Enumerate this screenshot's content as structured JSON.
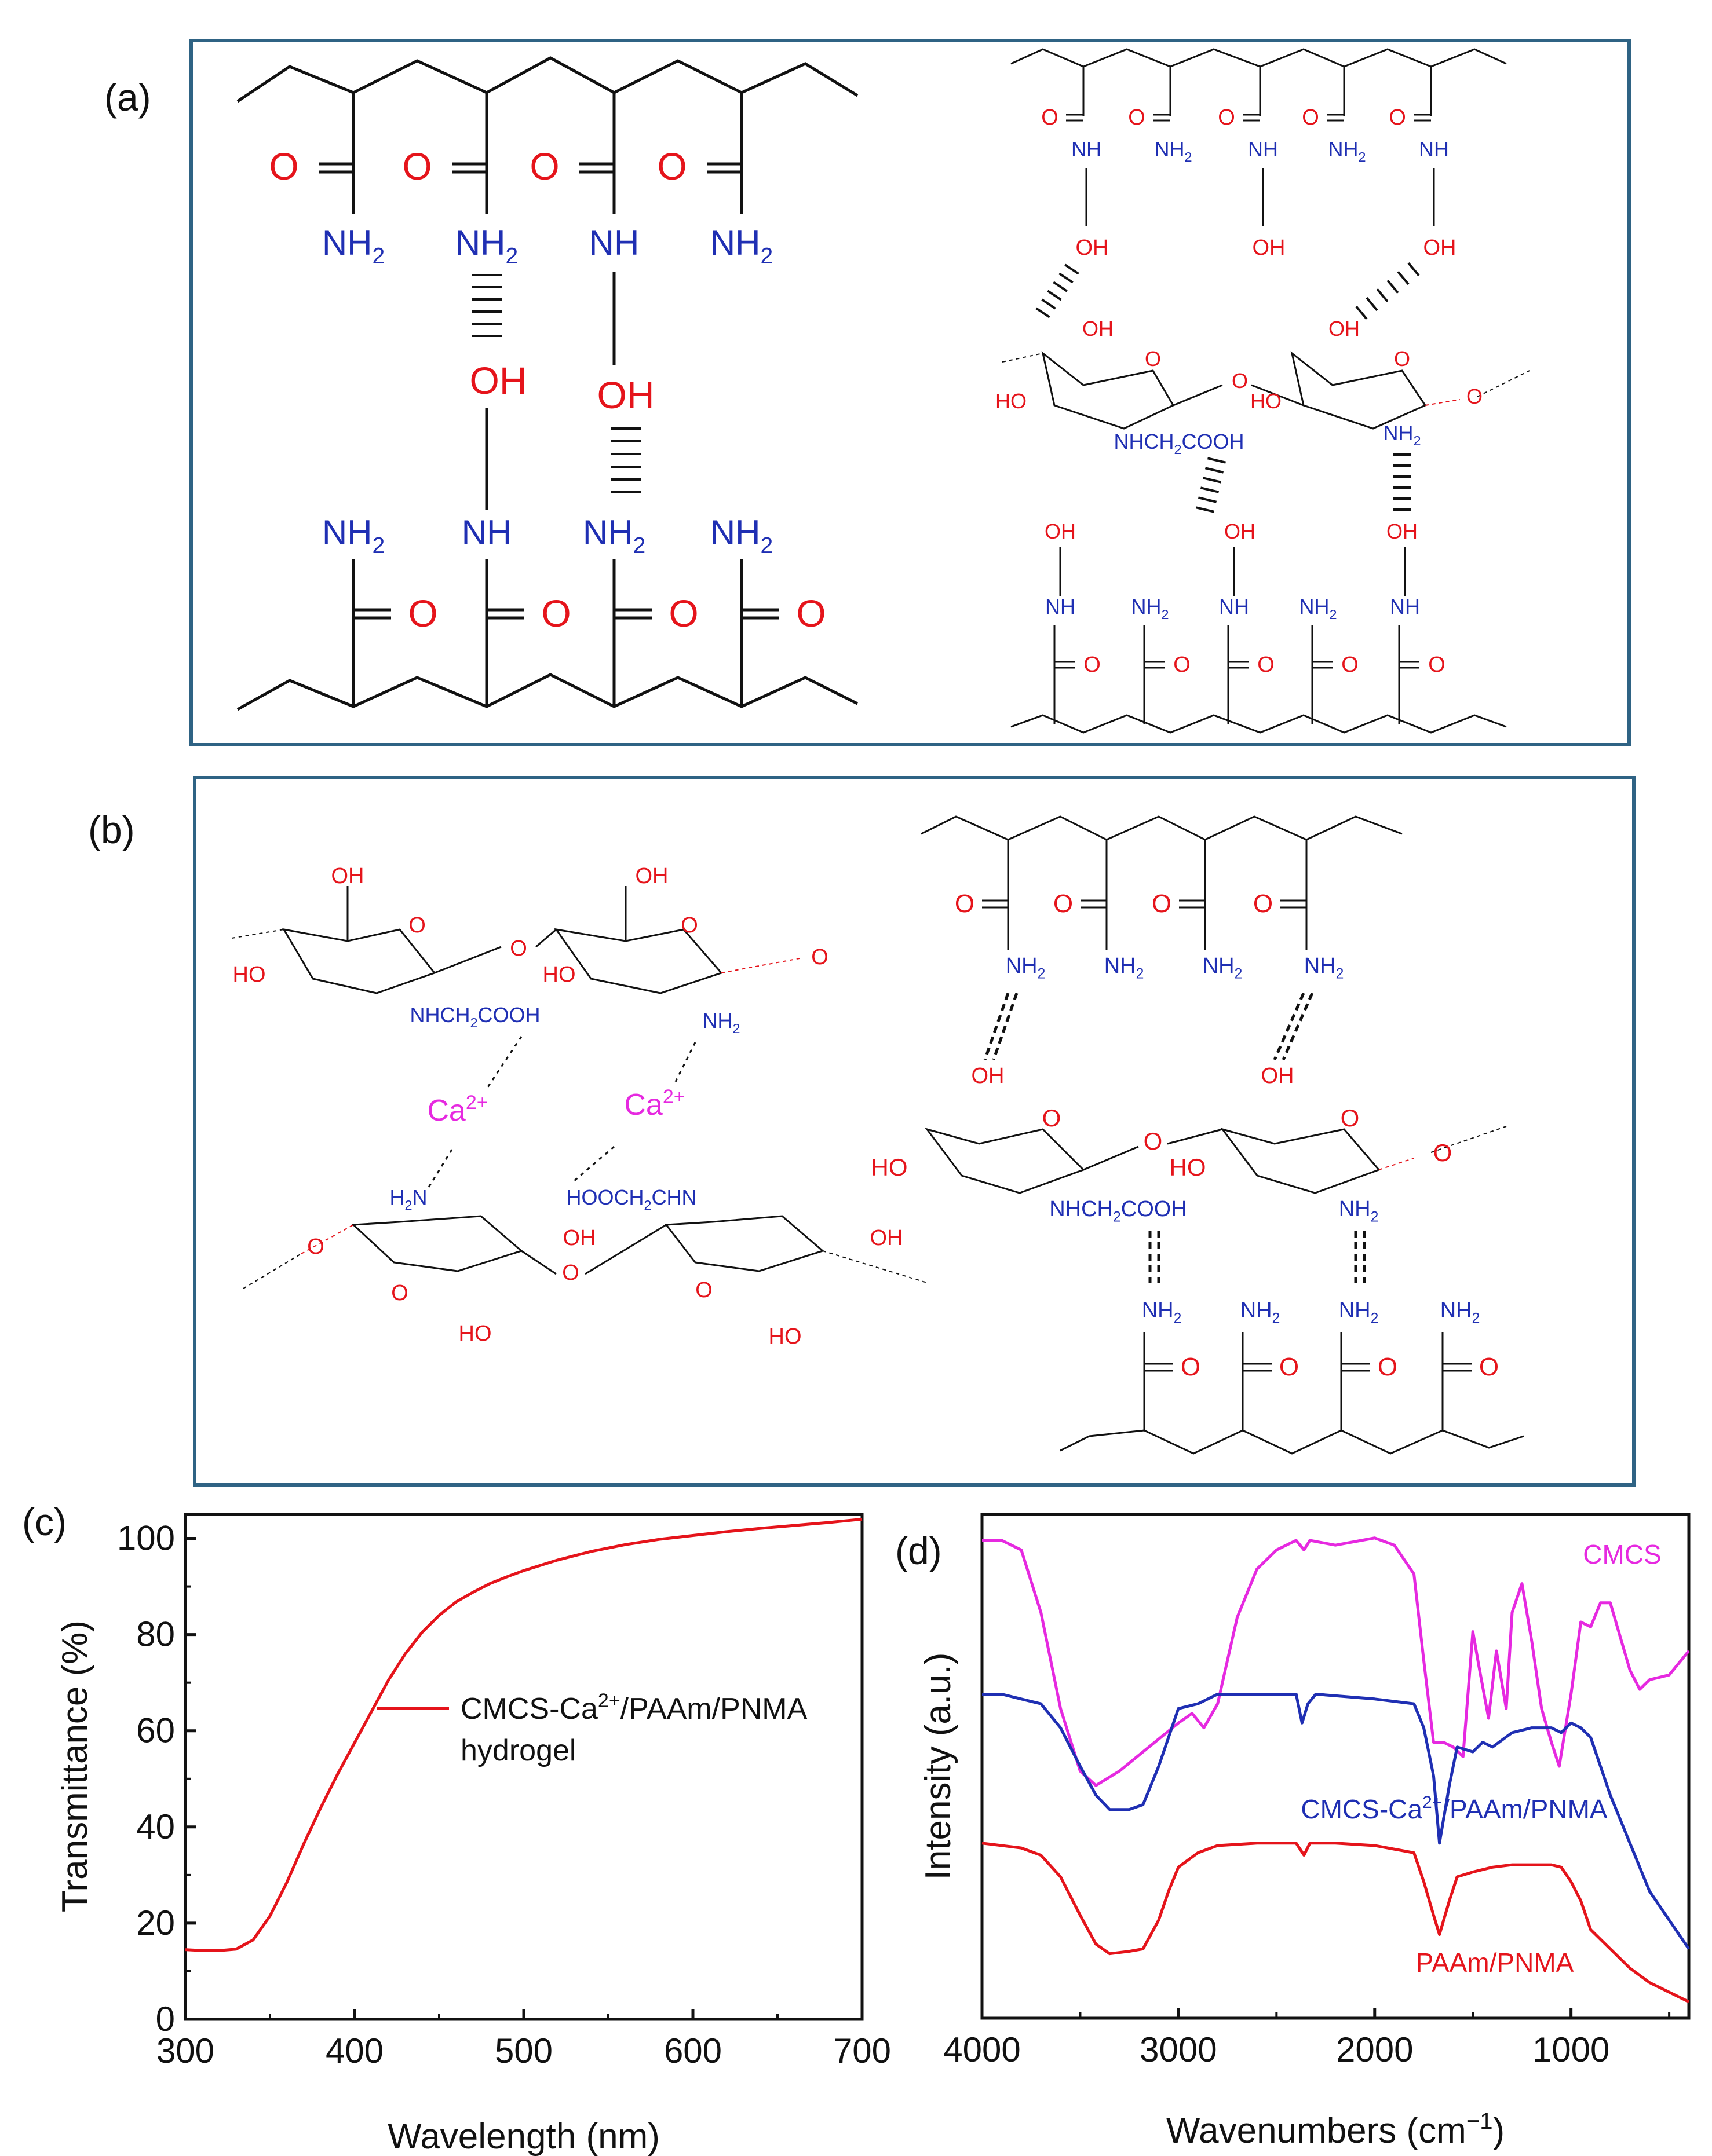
{
  "panels": {
    "a": "(a)",
    "b": "(b)",
    "c": "(c)",
    "d": "(d)"
  },
  "colors": {
    "frame": "#2f6384",
    "oxygen": "#e5141b",
    "nitrogen": "#1f2fb3",
    "calcium": "#e629e0",
    "bond": "#111111"
  },
  "scheme_a": {
    "left": {
      "O": "O",
      "NH2": "NH2",
      "NH": "NH",
      "OH": "OH"
    },
    "right": {
      "O": "O",
      "NH": "NH",
      "NH2": "NH2",
      "OH": "OH",
      "HO": "HO",
      "ring_O": "O",
      "NHCH2COOH": "NHCH2COOH"
    }
  },
  "scheme_b": {
    "Ca": "Ca",
    "Ca_charge": "2+",
    "NHCH2COOH": "NHCH2COOH",
    "HOOCH2CHN": "HOOCH2CHN",
    "H2N": "H2N",
    "NH2": "NH2",
    "OH": "OH",
    "HO": "HO",
    "O": "O"
  },
  "chart_data": [
    {
      "type": "line",
      "panel": "(c)",
      "xlabel": "Wavelength (nm)",
      "ylabel": "Transmittance (%)",
      "xlim": [
        300,
        700
      ],
      "ylim": [
        0,
        105
      ],
      "xticks": [
        300,
        400,
        500,
        600,
        700
      ],
      "yticks": [
        0,
        20,
        40,
        60,
        80,
        100
      ],
      "series": [
        {
          "name": "CMCS-Ca2+/PAAm/PNMA hydrogel",
          "color": "#e5141b",
          "x": [
            300,
            310,
            320,
            330,
            340,
            350,
            360,
            370,
            380,
            390,
            400,
            410,
            420,
            430,
            440,
            450,
            460,
            470,
            480,
            490,
            500,
            520,
            540,
            560,
            580,
            600,
            620,
            640,
            660,
            680,
            700
          ],
          "y": [
            14.5,
            14.3,
            14.3,
            14.6,
            16.5,
            21.5,
            28.5,
            36.5,
            44,
            51,
            57.5,
            64,
            70.5,
            76,
            80.5,
            84,
            86.8,
            88.8,
            90.6,
            92,
            93.3,
            95.5,
            97.3,
            98.7,
            99.8,
            100.6,
            101.4,
            102.1,
            102.7,
            103.3,
            104
          ]
        }
      ],
      "legend": {
        "line1": "CMCS-Ca",
        "sup": "2+",
        "line1_rest": "/PAAm/PNMA",
        "line2": "hydrogel",
        "placement": "middle-right"
      }
    },
    {
      "type": "line",
      "panel": "(d)",
      "xlabel": "Wavenumbers (cm",
      "xlabel_sup": "−1",
      "xlabel_end": ")",
      "ylabel": "Intensity (a.u.)",
      "xlim": [
        4000,
        400
      ],
      "xticks": [
        4000,
        3000,
        2000,
        1000
      ],
      "series": [
        {
          "name": "CMCS",
          "color": "#e629e0",
          "x": [
            4000,
            3900,
            3800,
            3700,
            3600,
            3500,
            3420,
            3300,
            3150,
            3000,
            2930,
            2870,
            2800,
            2700,
            2600,
            2500,
            2400,
            2360,
            2330,
            2200,
            2000,
            1900,
            1800,
            1750,
            1700,
            1650,
            1600,
            1550,
            1500,
            1470,
            1420,
            1380,
            1330,
            1300,
            1250,
            1200,
            1150,
            1100,
            1060,
            1000,
            950,
            900,
            850,
            800,
            700,
            650,
            600,
            500,
            400
          ],
          "y": [
            97,
            97,
            95,
            82,
            62,
            49,
            46,
            49,
            54,
            59,
            61,
            58,
            63,
            81,
            91,
            95,
            97,
            95,
            97,
            96,
            97.5,
            96,
            90,
            72,
            55,
            55,
            54,
            52,
            78,
            71,
            60,
            74,
            62,
            82,
            88,
            76,
            62,
            55,
            50,
            65,
            80,
            79,
            84,
            84,
            70,
            66,
            68,
            69,
            74
          ]
        },
        {
          "name": "CMCS-Ca2+/PAAm/PNMA",
          "color": "#1f2fb3",
          "x": [
            4000,
            3900,
            3800,
            3700,
            3600,
            3500,
            3420,
            3350,
            3250,
            3180,
            3100,
            3000,
            2900,
            2800,
            2600,
            2400,
            2370,
            2340,
            2300,
            2000,
            1800,
            1750,
            1700,
            1670,
            1620,
            1580,
            1500,
            1450,
            1400,
            1300,
            1200,
            1100,
            1050,
            1000,
            950,
            900,
            800,
            700,
            600,
            500,
            400
          ],
          "y": [
            65,
            65,
            64,
            63,
            58,
            50,
            44,
            41,
            41,
            42,
            50,
            62,
            63,
            65,
            65,
            65,
            59,
            63,
            65,
            64,
            63,
            58,
            48,
            34,
            46,
            54,
            53,
            55,
            54,
            57,
            58,
            58,
            57,
            59,
            58,
            56,
            44,
            34,
            24,
            18,
            12
          ]
        },
        {
          "name": "PAAm/PNMA",
          "color": "#e5141b",
          "x": [
            4000,
            3900,
            3800,
            3700,
            3600,
            3500,
            3420,
            3350,
            3250,
            3180,
            3100,
            3050,
            3000,
            2900,
            2800,
            2600,
            2400,
            2360,
            2330,
            2200,
            2000,
            1800,
            1750,
            1700,
            1670,
            1620,
            1580,
            1500,
            1400,
            1300,
            1200,
            1100,
            1050,
            1000,
            950,
            900,
            800,
            700,
            600,
            500,
            400
          ],
          "y": [
            34,
            33.5,
            33,
            31.5,
            27,
            19,
            13,
            11,
            11.5,
            12,
            18,
            24,
            29,
            32,
            33.5,
            34,
            34,
            31.5,
            34,
            34,
            33.5,
            32,
            26,
            19,
            15,
            22,
            27,
            28,
            29,
            29.5,
            29.5,
            29.5,
            29,
            26,
            22,
            16,
            12,
            8,
            5,
            3,
            1
          ]
        }
      ],
      "labels": {
        "CMCS": "CMCS",
        "mid_1": "CMCS-Ca",
        "mid_sup": "2+",
        "mid_2": "/PAAm/PNMA",
        "bottom": "PAAm/PNMA"
      }
    }
  ]
}
